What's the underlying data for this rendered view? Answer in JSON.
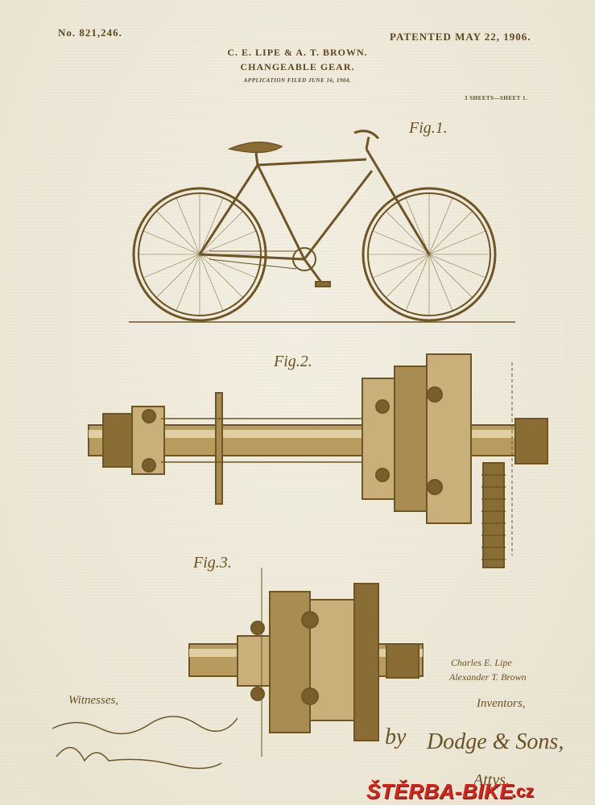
{
  "header": {
    "patent_number": "No. 821,246.",
    "patent_date": "PATENTED MAY 22, 1906.",
    "inventors": "C. E. LIPE & A. T. BROWN.",
    "title": "CHANGEABLE GEAR.",
    "filed": "APPLICATION FILED JUNE 16, 1904.",
    "sheet": "3 SHEETS—SHEET 1."
  },
  "figures": {
    "fig1": "Fig.1.",
    "fig2": "Fig.2.",
    "fig3": "Fig.3."
  },
  "signatures": {
    "witnesses": "Witnesses,",
    "inventor_1": "Charles E. Lipe",
    "inventor_2": "Alexander T. Brown",
    "inventors_label": "Inventors,",
    "by": "by",
    "attorney": "Dodge & Sons,",
    "attorney_role": "Attys."
  },
  "watermark": {
    "brand": "ŠTĚRBA-BIKE",
    "suffix": ".cz",
    "color": "#d0271d"
  },
  "ink_color": "#6b5224"
}
